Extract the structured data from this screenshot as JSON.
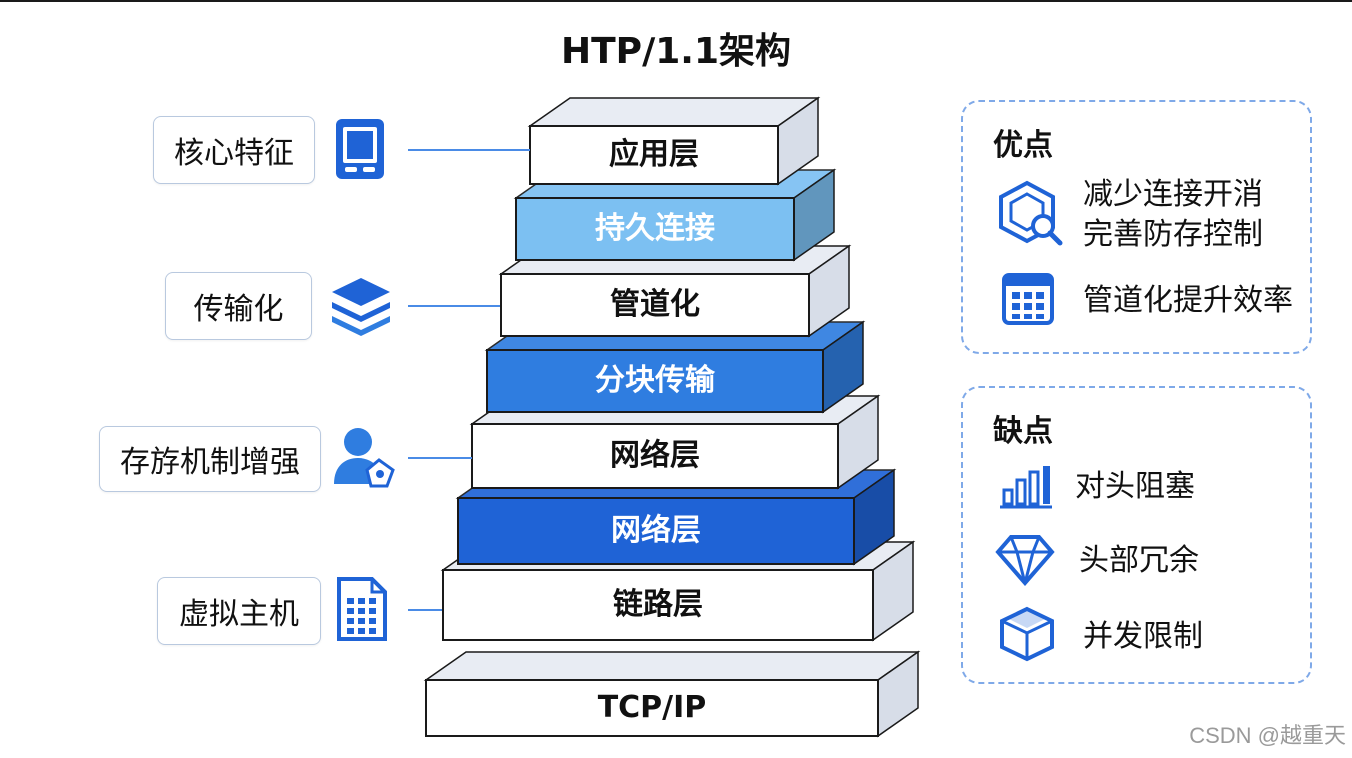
{
  "title": "HTP/1.1架构",
  "layers": [
    {
      "label": "应用层",
      "face": "#ffffff",
      "text": "#111111"
    },
    {
      "label": "持久连接",
      "face": "#7cc0f2",
      "text": "#ffffff"
    },
    {
      "label": "管道化",
      "face": "#ffffff",
      "text": "#111111"
    },
    {
      "label": "分块传输",
      "face": "#2f7de0",
      "text": "#ffffff"
    },
    {
      "label": "网络层",
      "face": "#ffffff",
      "text": "#111111"
    },
    {
      "label": "网络层",
      "face": "#1f63d6",
      "text": "#ffffff"
    },
    {
      "label": "链路层",
      "face": "#ffffff",
      "text": "#111111"
    },
    {
      "label": "TCP/IP",
      "face": "#ffffff",
      "text": "#111111"
    }
  ],
  "features": [
    {
      "label": "核心特征",
      "icon": "tablet-icon"
    },
    {
      "label": "传输化",
      "icon": "layers-icon"
    },
    {
      "label": "存斿机制增强",
      "icon": "user-badge-icon"
    },
    {
      "label": "虚拟主机",
      "icon": "document-grid-icon"
    }
  ],
  "pros": {
    "title": "优点",
    "items": [
      {
        "lines": [
          "减少连接开消",
          "完善防存控制"
        ],
        "icon": "hexagon-search-icon"
      },
      {
        "lines": [
          "管道化提升效率"
        ],
        "icon": "calendar-icon"
      }
    ]
  },
  "cons": {
    "title": "缺点",
    "items": [
      {
        "text": "对头阻塞",
        "icon": "bar-chart-icon"
      },
      {
        "text": "头部冗余",
        "icon": "gem-icon"
      },
      {
        "text": "并发限制",
        "icon": "box-icon"
      }
    ]
  },
  "watermark": "CSDN @越重天",
  "colors": {
    "accent": "#1f63d6",
    "light_blue": "#7cc0f2",
    "mid_blue": "#2f7de0",
    "side": "#d7dde8",
    "top": "#e8ecf3"
  }
}
